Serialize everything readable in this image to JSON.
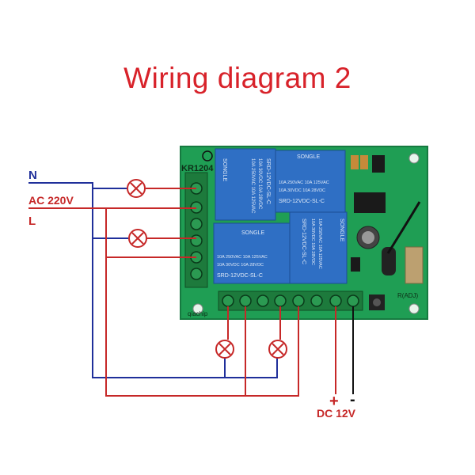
{
  "title": "Wiring diagram 2",
  "labels": {
    "neutral": "N",
    "ac_voltage": "AC 220V",
    "live": "L",
    "dc_plus": "+",
    "dc_minus": "-",
    "dc_voltage": "DC 12V"
  },
  "board": {
    "model": "KR1204",
    "brand": "qiachip",
    "antenna_label": "R(ADJ)",
    "relays": [
      {
        "brand": "SONGLE",
        "spec_ac": "10A 250VAC 10A 125VAC",
        "spec_dc": "10A 30VDC 10A 28VDC",
        "model": "SRD-12VDC-SL-C"
      },
      {
        "brand": "SONGLE",
        "spec_ac": "10A 250VAC 10A 125VAC",
        "spec_dc": "10A 30VDC 10A 28VDC",
        "model": "SRD-12VDC-SL-C"
      },
      {
        "brand": "SONGLE",
        "spec_ac": "10A 250VAC 10A 125VAC",
        "spec_dc": "10A 30VDC 10A 28VDC",
        "model": "SRD-12VDC-SL-C"
      },
      {
        "brand": "SONGLE",
        "spec_ac": "10A 250VAC 10A 125VAC",
        "spec_dc": "10A 30VDC 10A 28VDC",
        "model": "SRD-12VDC-SL-C"
      }
    ]
  },
  "colors": {
    "title": "#d8222a",
    "live_wire": "#c62828",
    "neutral_wire": "#1f2f9a",
    "dc_wire": "#111111",
    "board": "#1f9e54",
    "relay": "#2f6fc4",
    "terminal": "#1d7a3c"
  },
  "icons": [
    "lamp-icon",
    "screw-terminal-icon",
    "relay-icon",
    "capacitor-icon",
    "coil-icon",
    "push-button-icon"
  ]
}
